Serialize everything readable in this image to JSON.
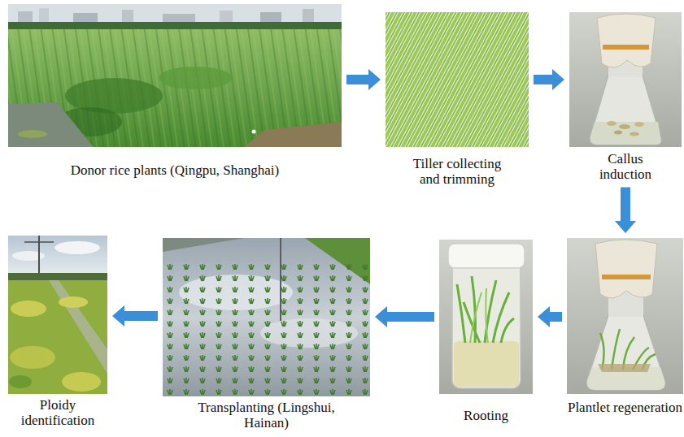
{
  "diagram": {
    "nodes": [
      {
        "text": [
          "Donor rice plants (Qingpu, Shanghai)"
        ]
      },
      {
        "text": [
          "Tiller collecting and trimming"
        ]
      },
      {
        "text": [
          "Callus induction"
        ]
      },
      {
        "text": [
          "Plantlet regeneration"
        ]
      },
      {
        "text": [
          "Rooting"
        ]
      },
      {
        "text": [
          "Transplanting (Lingshui, Hainan)"
        ]
      },
      {
        "text": [
          "Ploidy identification"
        ]
      }
    ],
    "edges": [
      {
        "from": 0,
        "to": 1,
        "arrow": "to"
      },
      {
        "from": 1,
        "to": 2,
        "arrow": "to"
      },
      {
        "from": 2,
        "to": 3,
        "arrow": "to"
      },
      {
        "from": 3,
        "to": 4,
        "arrow": "to"
      },
      {
        "from": 4,
        "to": 5,
        "arrow": "to"
      },
      {
        "from": 5,
        "to": 6,
        "arrow": "to"
      }
    ]
  }
}
